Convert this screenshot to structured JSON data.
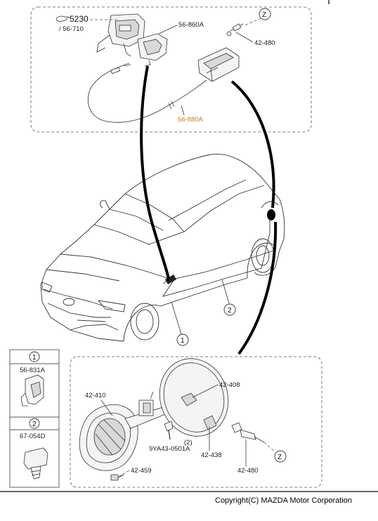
{
  "labels": {
    "part_5230": "5230",
    "part_56_710": "/ 56-710",
    "part_56_860A": "56-860A",
    "part_42_480_top": "42-480",
    "part_56_880A": "56-880A",
    "callout_z_top": "Z",
    "callout_1_car": "1",
    "callout_2_car": "2",
    "legend_1_num": "1",
    "legend_1_part": "56-831A",
    "legend_2_num": "2",
    "legend_2_part": "67-054D",
    "part_42_410": "42-410",
    "part_42_408": "42-408",
    "part_9YA43": "9YA43-0501A",
    "part_qty_2": "(2)",
    "part_42_438": "42-438",
    "part_42_480_bottom": "42-480",
    "part_42_459": "42-459",
    "callout_z_bottom": "Z"
  },
  "copyright": "Copyright(C) MAZDA Motor Corporation",
  "colors": {
    "orange_label": "#c8781e",
    "line": "#333333",
    "frame": "#555555"
  }
}
